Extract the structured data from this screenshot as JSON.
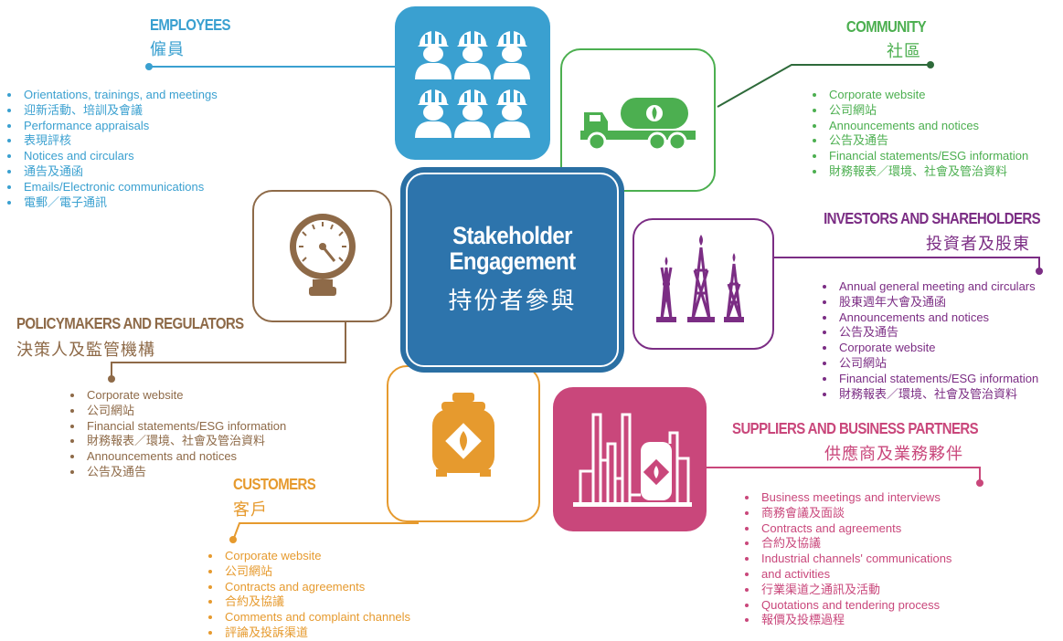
{
  "center": {
    "title_en_line1": "Stakeholder",
    "title_en_line2": "Engagement",
    "title_zh": "持份者參與"
  },
  "colors": {
    "employees": "#3aa0d0",
    "community": "#4caf50",
    "investors": "#7b2d84",
    "policymakers": "#8e6a48",
    "customers": "#e69a2e",
    "suppliers": "#c9477b",
    "center": "#2d74ac"
  },
  "employees": {
    "heading_en": "EMPLOYEES",
    "heading_zh": "僱員",
    "icon": "workers-with-hardhats-icon",
    "items": [
      "Orientations, trainings, and meetings",
      "迎新活動、培訓及會議",
      "Performance appraisals",
      "表現評核",
      "Notices and circulars",
      "通告及通函",
      "Emails/Electronic communications",
      "電郵／電子通訊"
    ]
  },
  "community": {
    "heading_en": "COMMUNITY",
    "heading_zh": "社區",
    "icon": "tanker-truck-icon",
    "items": [
      "Corporate website",
      "公司網站",
      "Announcements and notices",
      "公告及通告",
      "Financial statements/ESG information",
      "財務報表／環境、社會及管治資料"
    ]
  },
  "investors": {
    "heading_en": "INVESTORS AND SHAREHOLDERS",
    "heading_zh": "投資者及股東",
    "icon": "oil-rigs-icon",
    "items": [
      "Annual general meeting and circulars",
      "股東週年大會及通函",
      "Announcements and notices",
      "公告及通告",
      "Corporate website",
      "公司網站",
      "Financial statements/ESG information",
      "財務報表／環境、社會及管治資料"
    ]
  },
  "policymakers": {
    "heading_en": "POLICYMAKERS AND REGULATORS",
    "heading_zh": "決策人及監管機構",
    "icon": "pressure-gauge-icon",
    "items": [
      "Corporate website",
      "公司網站",
      "Financial statements/ESG information",
      "財務報表／環境、社會及管治資料",
      "Announcements and notices",
      "公告及通告"
    ]
  },
  "customers": {
    "heading_en": "CUSTOMERS",
    "heading_zh": "客戶",
    "icon": "gas-cylinder-icon",
    "items": [
      "Corporate website",
      "公司網站",
      "Contracts and agreements",
      "合約及協議",
      "Comments and complaint channels",
      "評論及投訴渠道"
    ]
  },
  "suppliers": {
    "heading_en": "SUPPLIERS AND BUSINESS PARTNERS",
    "heading_zh": "供應商及業務夥伴",
    "icon": "refinery-plant-icon",
    "items": [
      "Business meetings and interviews",
      "商務會議及面談",
      "Contracts and agreements",
      "合約及協議",
      "Industrial channels' communications",
      "and activities",
      "行業渠道之通訊及活動",
      "Quotations and tendering process",
      "報價及投標過程"
    ]
  }
}
